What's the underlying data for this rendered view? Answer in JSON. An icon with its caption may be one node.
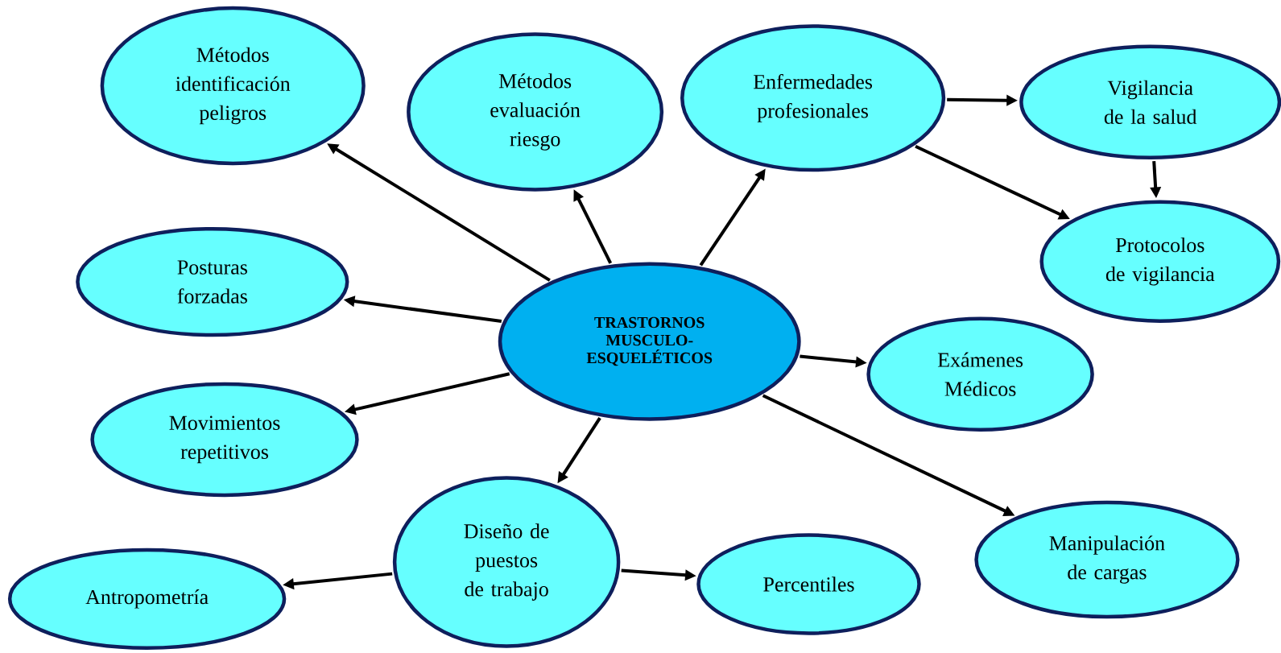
{
  "diagram": {
    "nodes": [
      {
        "text": [
          "TRASTORNOS MUSCULO-ESQUELÉTICOS"
        ]
      },
      {
        "text": [
          "Métodos identificación peligros"
        ]
      },
      {
        "text": [
          "Métodos evaluación riesgo"
        ]
      },
      {
        "text": [
          "Enfermedades profesionales"
        ]
      },
      {
        "text": [
          "Vigilancia de la salud"
        ]
      },
      {
        "text": [
          "Protocolos de vigilancia"
        ]
      },
      {
        "text": [
          "Posturas forzadas"
        ]
      },
      {
        "text": [
          "Exámenes Médicos"
        ]
      },
      {
        "text": [
          "Movimientos repetitivos"
        ]
      },
      {
        "text": [
          "Diseño de puestos de trabajo"
        ]
      },
      {
        "text": [
          "Manipulación de cargas"
        ]
      },
      {
        "text": [
          "Antropometría"
        ]
      },
      {
        "text": [
          "Percentiles"
        ]
      }
    ],
    "edges": [
      {
        "from": 0,
        "to": 1,
        "arrow": "to"
      },
      {
        "from": 0,
        "to": 2,
        "arrow": "to"
      },
      {
        "from": 0,
        "to": 3,
        "arrow": "to"
      },
      {
        "from": 3,
        "to": 4,
        "arrow": "to"
      },
      {
        "from": 3,
        "to": 5,
        "arrow": "to"
      },
      {
        "from": 4,
        "to": 5,
        "arrow": "to"
      },
      {
        "from": 0,
        "to": 6,
        "arrow": "to"
      },
      {
        "from": 0,
        "to": 7,
        "arrow": "to"
      },
      {
        "from": 0,
        "to": 8,
        "arrow": "to"
      },
      {
        "from": 0,
        "to": 9,
        "arrow": "to"
      },
      {
        "from": 0,
        "to": 10,
        "arrow": "to"
      },
      {
        "from": 9,
        "to": 11,
        "arrow": "to"
      },
      {
        "from": 9,
        "to": 12,
        "arrow": "to"
      }
    ]
  }
}
